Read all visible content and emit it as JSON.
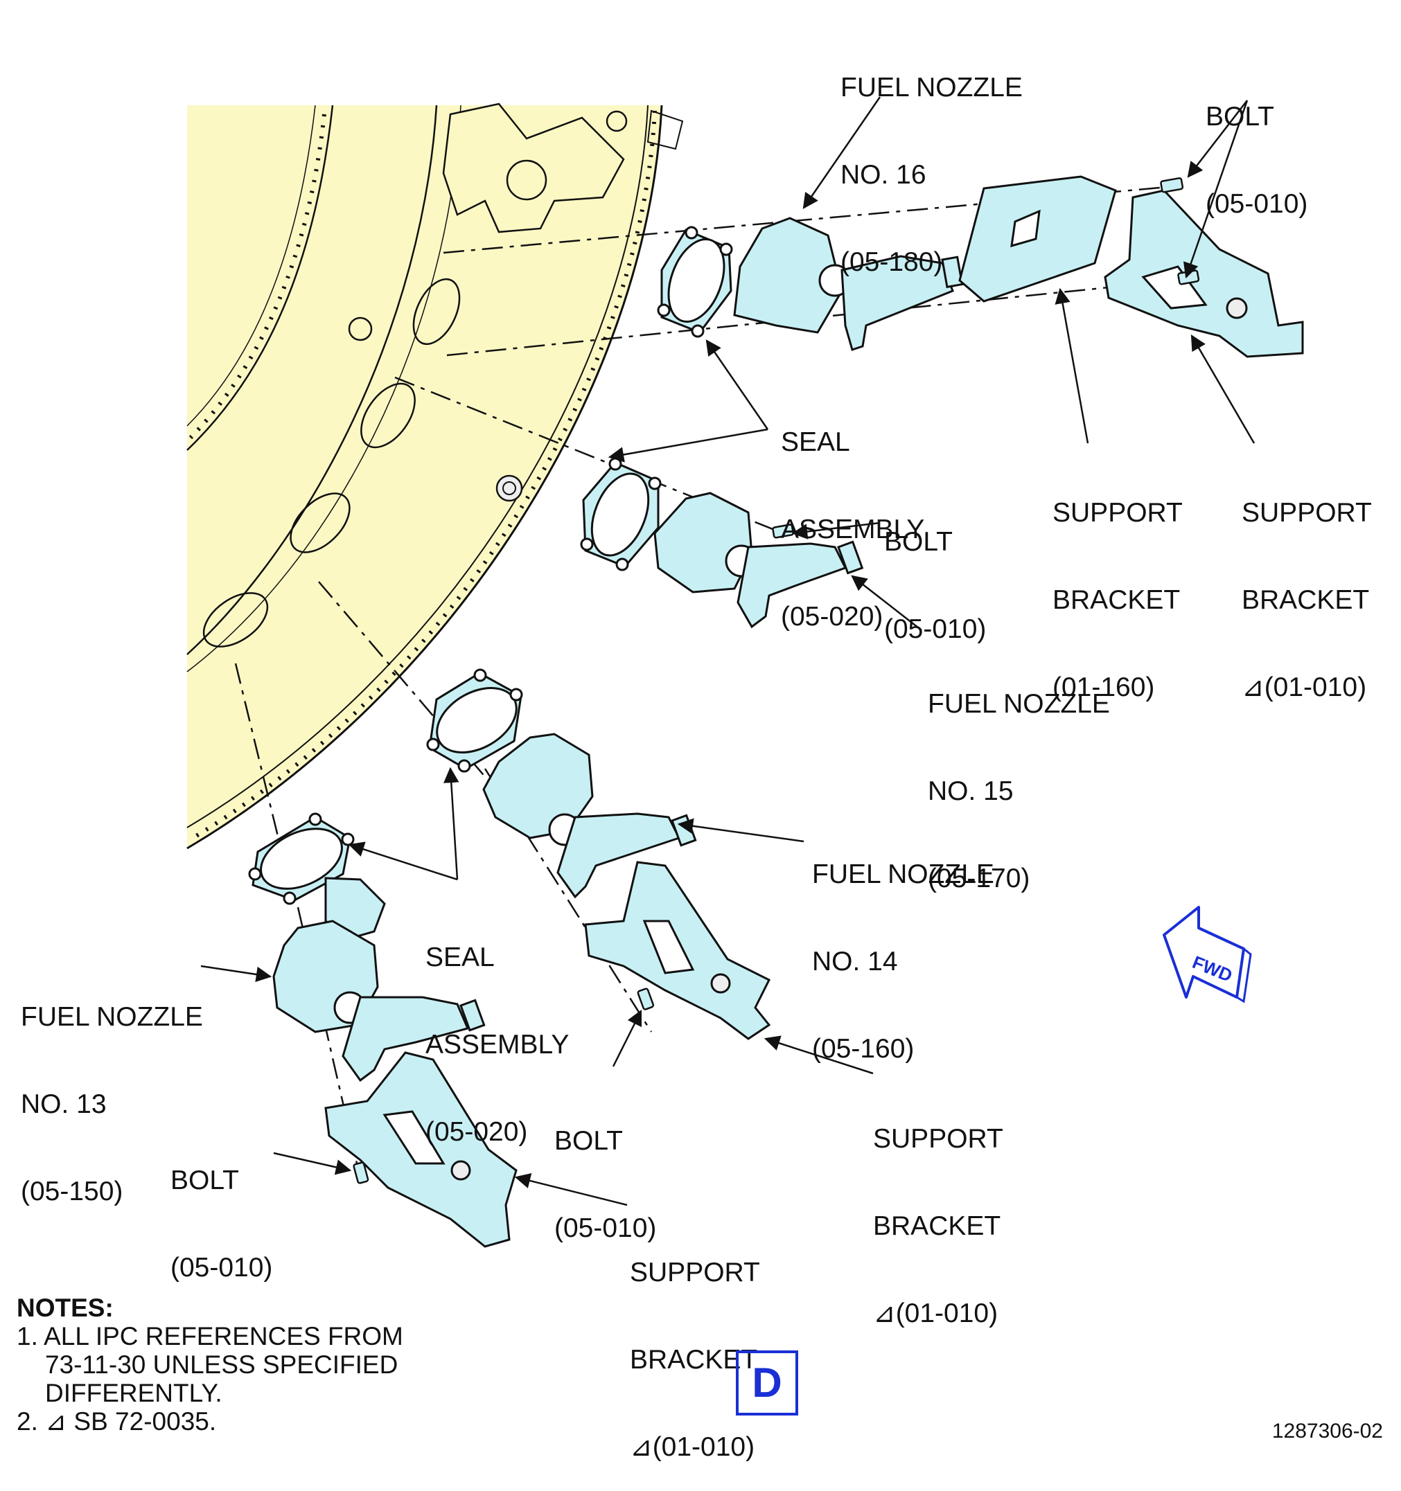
{
  "labels": {
    "nozzle16": {
      "line1": "FUEL NOZZLE",
      "line2": "NO. 16",
      "line3": "(05-180)"
    },
    "bolt_top": {
      "line1": "BOLT",
      "line2": "(05-010)"
    },
    "seal_top": {
      "line1": "SEAL",
      "line2": "ASSEMBLY",
      "line3": "(05-020)"
    },
    "support_160": {
      "line1": "SUPPORT",
      "line2": "BRACKET",
      "line3": "(01-160)"
    },
    "support_top_right": {
      "line1": "SUPPORT",
      "line2": "BRACKET",
      "line3": "(01-010)"
    },
    "bolt_mid": {
      "line1": "BOLT",
      "line2": "(05-010)"
    },
    "nozzle15": {
      "line1": "FUEL NOZZLE",
      "line2": "NO. 15",
      "line3": "(05-170)"
    },
    "nozzle14": {
      "line1": "FUEL NOZZLE",
      "line2": "NO. 14",
      "line3": "(05-160)"
    },
    "seal_bottom": {
      "line1": "SEAL",
      "line2": "ASSEMBLY",
      "line3": "(05-020)"
    },
    "nozzle13": {
      "line1": "FUEL NOZZLE",
      "line2": "NO. 13",
      "line3": "(05-150)"
    },
    "bolt_lower_center": {
      "line1": "BOLT",
      "line2": "(05-010)"
    },
    "support_lower_right": {
      "line1": "SUPPORT",
      "line2": "BRACKET",
      "line3": "(01-010)"
    },
    "bolt_bottom_left": {
      "line1": "BOLT",
      "line2": "(05-010)"
    },
    "support_bottom": {
      "line1": "SUPPORT",
      "line2": "BRACKET",
      "line3": "(01-010)"
    }
  },
  "notes": {
    "heading": "NOTES:",
    "note1_line1": "1. ALL IPC REFERENCES FROM",
    "note1_line2": "73-11-30 UNLESS SPECIFIED",
    "note1_line3": "DIFFERENTLY.",
    "note2": "2. ⊿ SB 72-0035."
  },
  "view_label": "D",
  "fwd_label": "FWD",
  "figure_number": "1287306-02",
  "flag_symbol": "⊿",
  "colors": {
    "part_fill": "#c8f0f4",
    "casing_fill": "#fbf8c4",
    "line": "#111111",
    "accent_blue": "#1a2fd6"
  }
}
